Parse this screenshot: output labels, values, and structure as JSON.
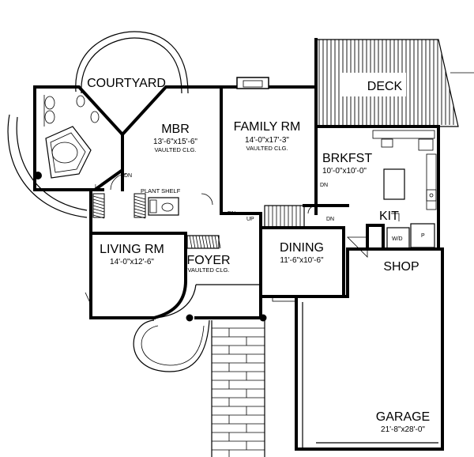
{
  "rooms": {
    "courtyard": {
      "name": "COURTYARD"
    },
    "deck": {
      "name": "DECK"
    },
    "mbr": {
      "name": "MBR",
      "dim": "13'-6\"x15'-6\"",
      "note": "VAULTED CLG."
    },
    "family": {
      "name": "FAMILY RM",
      "dim": "14'-0\"x17'-3\"",
      "note": "VAULTED CLG."
    },
    "brkfst": {
      "name": "BRKFST",
      "dim": "10'-0\"x10'-0\""
    },
    "kit": {
      "name": "KIT"
    },
    "living": {
      "name": "LIVING RM",
      "dim": "14'-0\"x12'-6\""
    },
    "foyer": {
      "name": "FOYER",
      "note": "VAULTED CLG."
    },
    "dining": {
      "name": "DINING",
      "dim": "11'-6\"x10'-6\""
    },
    "shop": {
      "name": "SHOP"
    },
    "garage": {
      "name": "GARAGE",
      "dim": "21'-8\"x28'-0\""
    }
  },
  "annotations": {
    "plant_shelf": "PLANT SHELF",
    "dn": "DN",
    "up": "UP",
    "wd": "W/D",
    "pantry": "P",
    "linen": "L"
  }
}
